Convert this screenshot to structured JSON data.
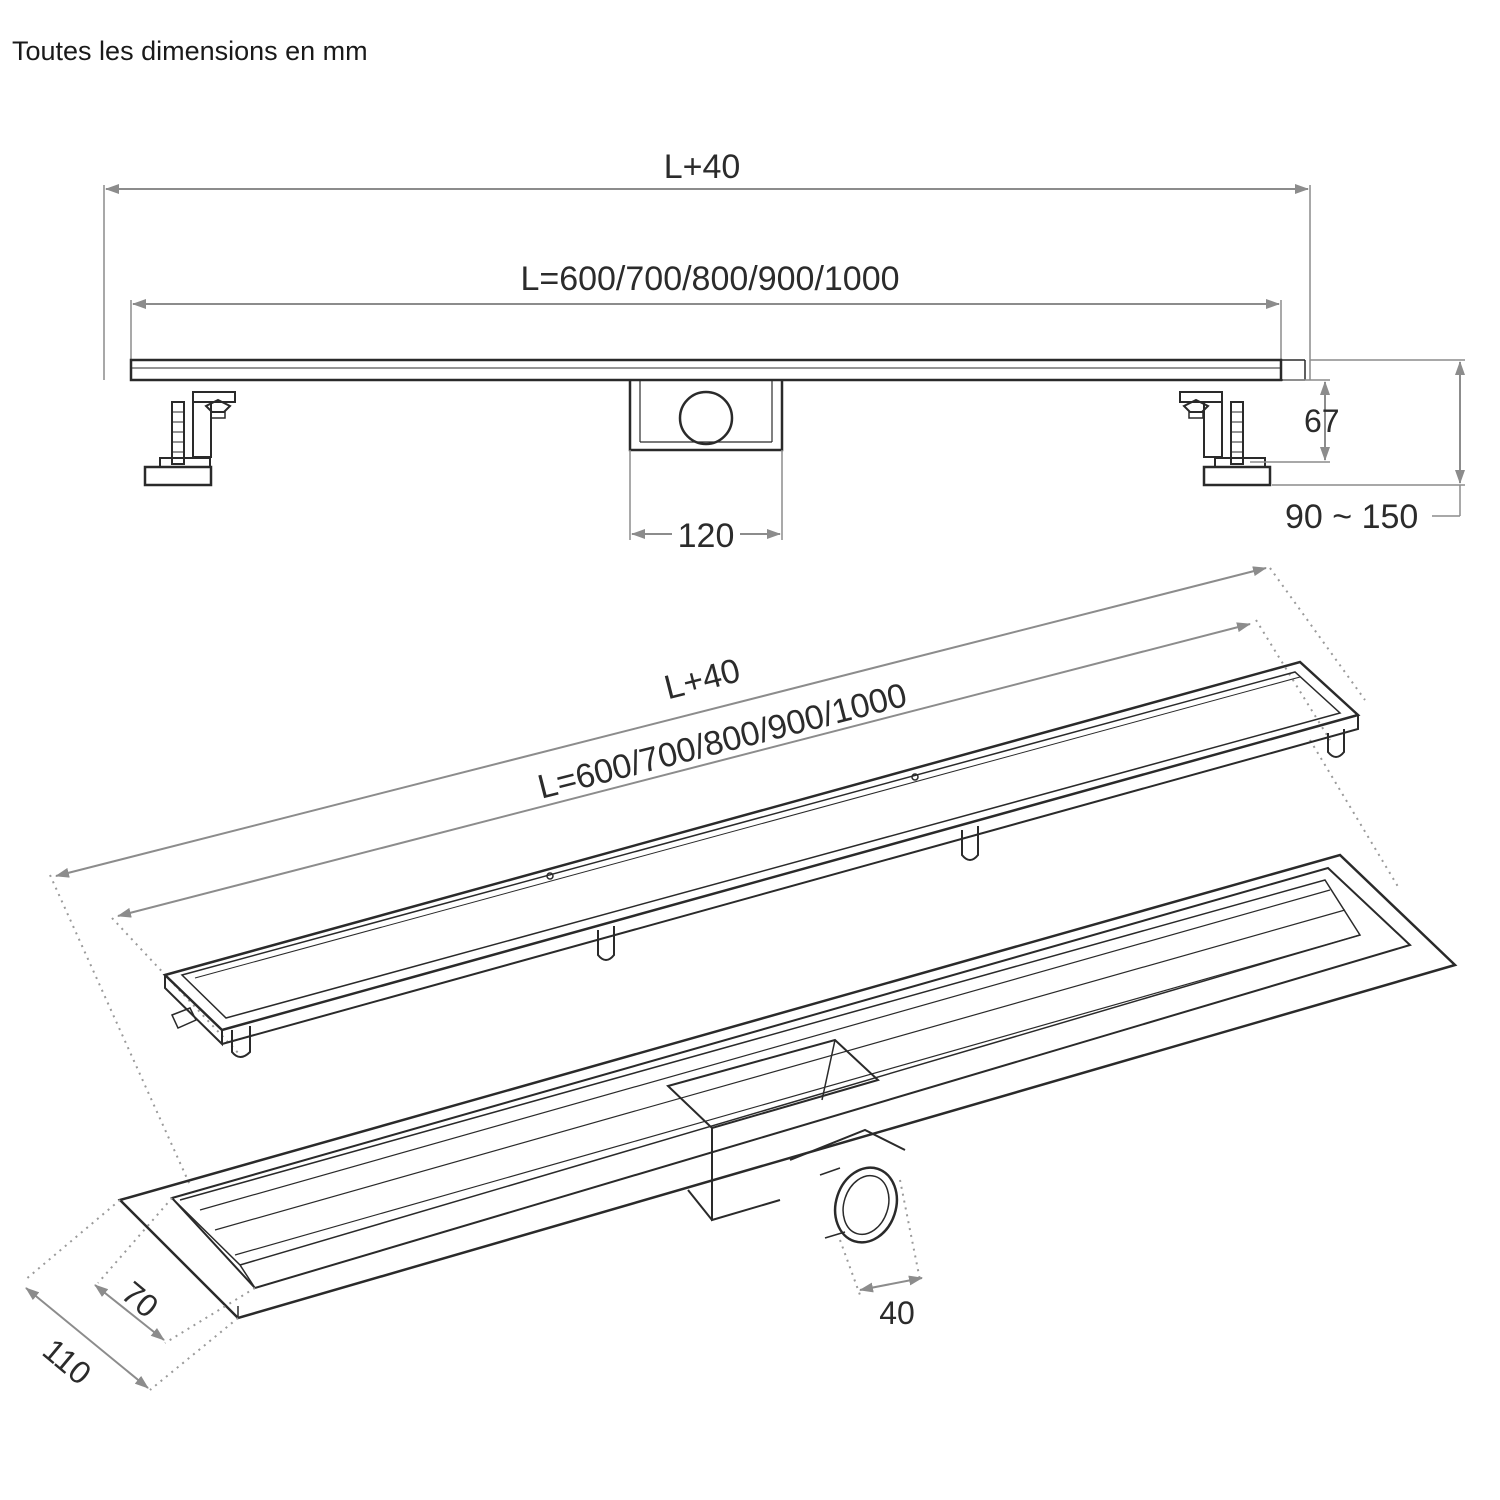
{
  "caption": "Toutes les dimensions en mm",
  "side_view": {
    "overall_length": "L+40",
    "length": "L=600/700/800/900/1000",
    "outlet_width": "120",
    "body_height": "67",
    "height_range": "90 ~ 150"
  },
  "iso_view": {
    "overall_length": "L+40",
    "length": "L=600/700/800/900/1000",
    "outer_width": "110",
    "inner_width": "70",
    "outlet_diameter": "40"
  },
  "colors": {
    "line": "#2a2a2a",
    "dimension": "#8c8c8c",
    "background": "#ffffff"
  }
}
